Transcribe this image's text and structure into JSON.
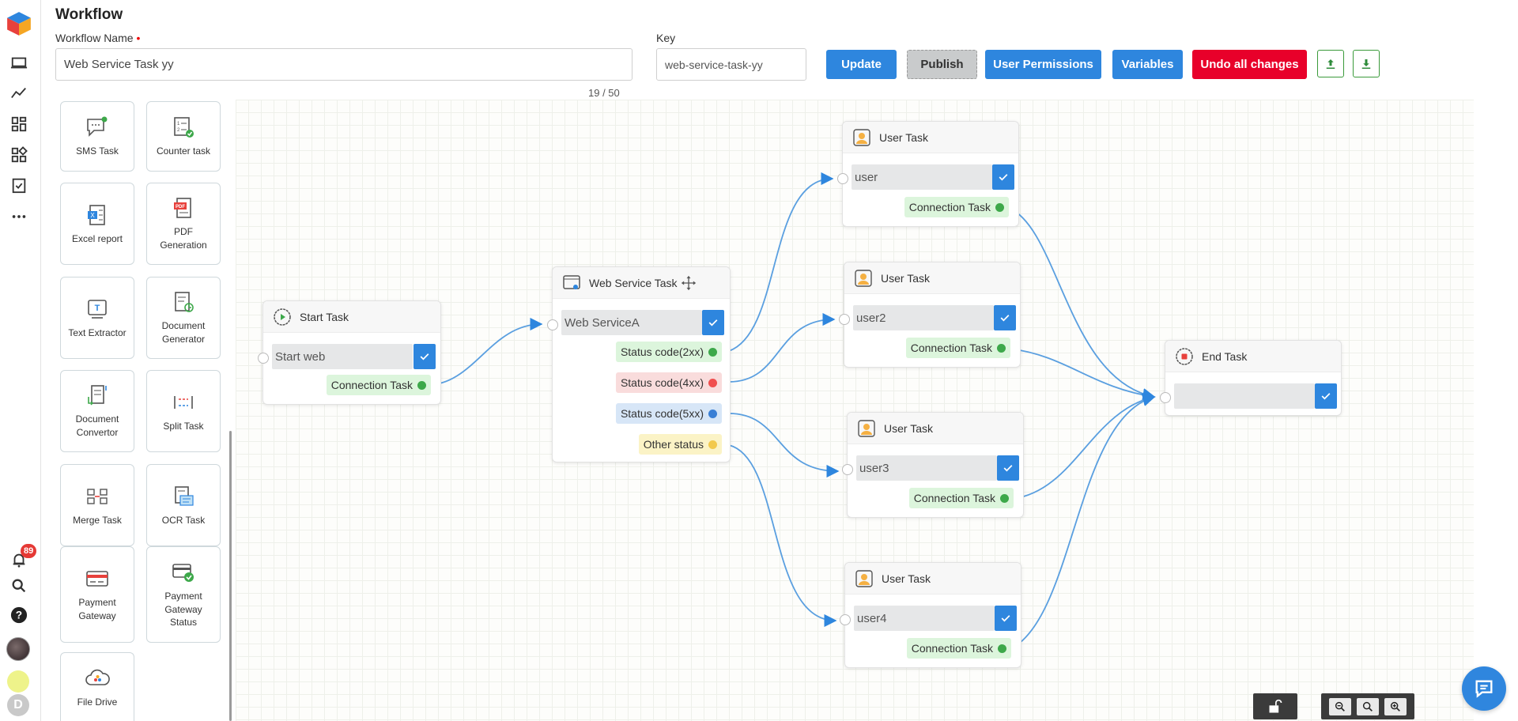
{
  "header": {
    "page_title": "Workflow",
    "workflow_name_label": "Workflow Name",
    "required_marker": "•",
    "workflow_name_value": "Web Service Task yy",
    "workflow_name_count": "19 / 50",
    "key_label": "Key",
    "key_value": "web-service-task-yy",
    "buttons": {
      "update": "Update",
      "publish": "Publish",
      "user_permissions": "User Permissions",
      "variables": "Variables",
      "undo_all": "Undo all changes"
    }
  },
  "rail": {
    "notification_count": "89",
    "user_initial": "D"
  },
  "palette": [
    {
      "label": "SMS Task",
      "icon": "sms-icon"
    },
    {
      "label": "Counter task",
      "icon": "counter-icon"
    },
    {
      "label": "Excel report",
      "icon": "excel-icon"
    },
    {
      "label": "PDF Generation",
      "icon": "pdf-icon"
    },
    {
      "label": "Text Extractor",
      "icon": "text-extractor-icon"
    },
    {
      "label": "Document Generator",
      "icon": "document-generator-icon"
    },
    {
      "label": "Document Convertor",
      "icon": "document-convertor-icon"
    },
    {
      "label": "Split Task",
      "icon": "split-icon"
    },
    {
      "label": "Merge Task",
      "icon": "merge-icon"
    },
    {
      "label": "OCR Task",
      "icon": "ocr-icon"
    },
    {
      "label": "Payment Gateway",
      "icon": "payment-gateway-icon"
    },
    {
      "label": "Payment Gateway Status",
      "icon": "payment-status-icon"
    },
    {
      "label": "File Drive",
      "icon": "file-drive-icon"
    }
  ],
  "nodes": {
    "start": {
      "title": "Start Task",
      "field": "Start web",
      "output": "Connection Task"
    },
    "webservice": {
      "title": "Web Service Task",
      "field": "Web ServiceA",
      "outputs": [
        "Status code(2xx)",
        "Status code(4xx)",
        "Status code(5xx)",
        "Other status"
      ]
    },
    "user1": {
      "title": "User Task",
      "field": "user",
      "output": "Connection Task"
    },
    "user2": {
      "title": "User Task",
      "field": "user2",
      "output": "Connection Task"
    },
    "user3": {
      "title": "User Task",
      "field": "user3",
      "output": "Connection Task"
    },
    "user4": {
      "title": "User Task",
      "field": "user4",
      "output": "Connection Task"
    },
    "end": {
      "title": "End Task",
      "field": ""
    }
  },
  "colors": {
    "primary": "#2e86de",
    "danger": "#e8002a",
    "edge": "#4a90d9",
    "dot_green": "#3da84a",
    "dot_red": "#f04e4e",
    "dot_blue": "#3a7fd5",
    "dot_yellow": "#f2c94c"
  }
}
